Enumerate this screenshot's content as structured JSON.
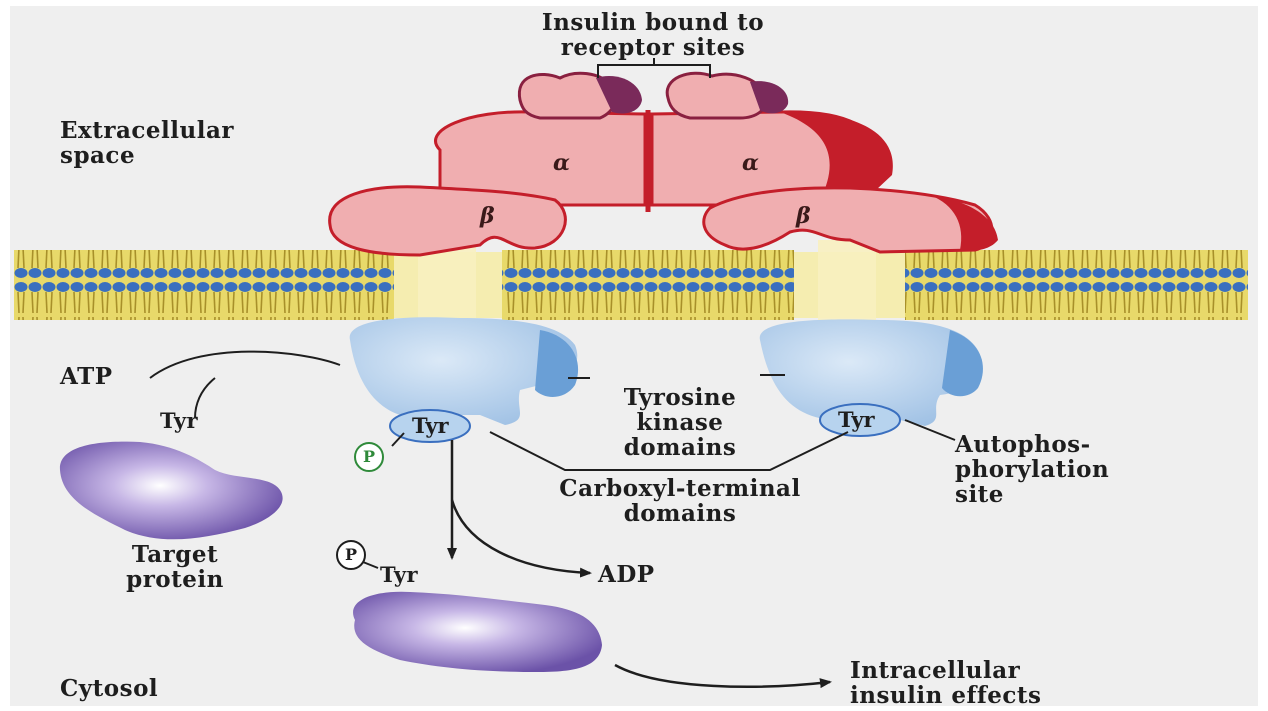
{
  "labels": {
    "insulin_bound": "Insulin bound to\nreceptor sites",
    "extracellular": "Extracellular\nspace",
    "alpha": "α",
    "beta": "β",
    "atp": "ATP",
    "tyr": "Tyr",
    "p": "P",
    "tyrosine_kinase": "Tyrosine\nkinase\ndomains",
    "autophosphorylation": "Autophos-\nphorylation\nsite",
    "carboxyl_terminal": "Carboxyl-terminal\ndomains",
    "target_protein": "Target\nprotein",
    "adp": "ADP",
    "cytosol": "Cytosol",
    "intracellular_effects": "Intracellular\ninsulin effects"
  },
  "colors": {
    "receptor_pink": "#f0aeb0",
    "receptor_red": "#c41e2a",
    "membrane_yellow": "#e8d96a",
    "membrane_blue": "#3a6fbf",
    "kinase_blue": "#b7d3ee",
    "protein_purple": "#7d63b8"
  }
}
